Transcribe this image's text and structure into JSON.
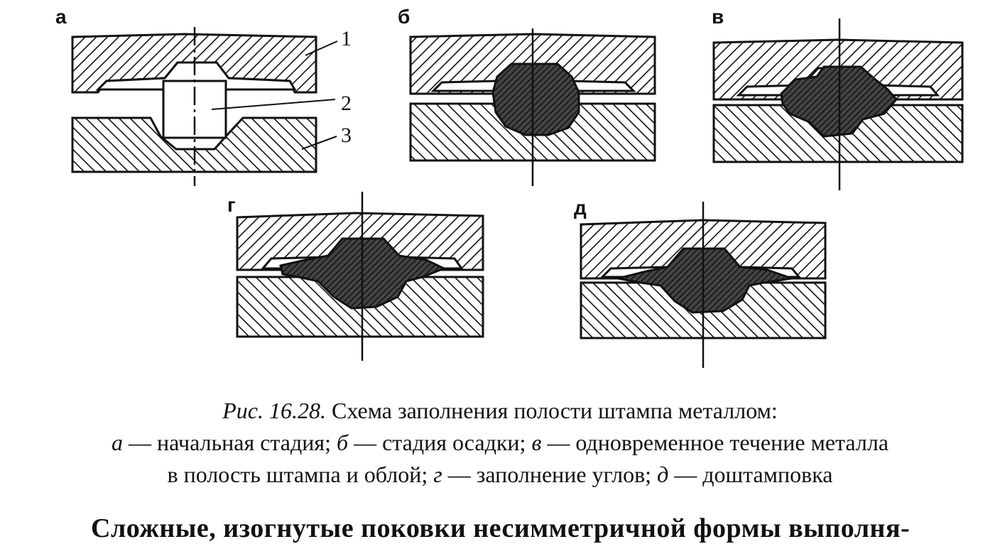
{
  "figure": {
    "panels": [
      {
        "label": "а",
        "id": "a"
      },
      {
        "label": "б",
        "id": "b"
      },
      {
        "label": "в",
        "id": "v"
      },
      {
        "label": "г",
        "id": "g"
      },
      {
        "label": "д",
        "id": "d"
      }
    ],
    "callouts": [
      "1",
      "2",
      "3"
    ]
  },
  "caption": {
    "line1_prefix": "Рис. 16.28.",
    "line1_text": " Схема заполнения полости штампа металлом:",
    "line2": [
      {
        "key": "а",
        "text": " — начальная стадия; "
      },
      {
        "key": "б",
        "text": " — стадия осадки; "
      },
      {
        "key": "в",
        "text": " — одновременное течение металла"
      }
    ],
    "line3": [
      {
        "key": "",
        "text": "в полость штампа и облой; "
      },
      {
        "key": "г",
        "text": " — заполнение углов; "
      },
      {
        "key": "д",
        "text": " — доштамповка"
      }
    ]
  },
  "body_text": "Сложные, изогнутые поковки несимметричной формы выполня-"
}
